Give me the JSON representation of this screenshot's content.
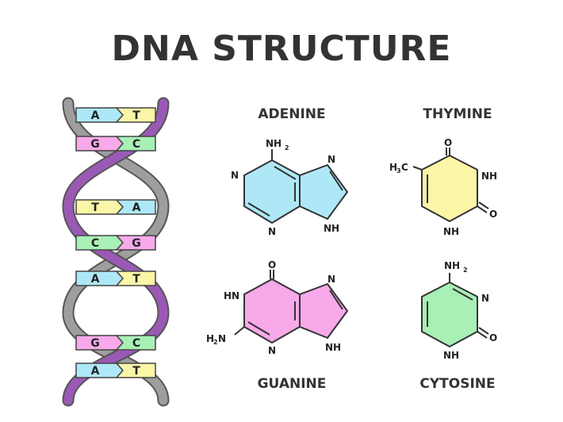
{
  "title": "DNA STRUCTURE",
  "colors": {
    "adenine": "#aee8f7",
    "thymine": "#fbf5a8",
    "guanine": "#f7a9e9",
    "cytosine": "#a8f0b6",
    "strand_purple": "#9b59b6",
    "strand_gray": "#9e9e9e"
  },
  "helix": {
    "pairs": [
      {
        "left": "A",
        "right": "T"
      },
      {
        "left": "G",
        "right": "C"
      },
      {
        "left": "T",
        "right": "A"
      },
      {
        "left": "C",
        "right": "G"
      },
      {
        "left": "A",
        "right": "T"
      },
      {
        "left": "G",
        "right": "C"
      },
      {
        "left": "A",
        "right": "T"
      }
    ]
  },
  "molecules": {
    "adenine": {
      "name": "ADENINE",
      "atoms": {
        "nh2": "NH",
        "nh2_sub": "2",
        "n_left": "N",
        "n_top": "N",
        "n_bottom": "N",
        "nh": "NH"
      }
    },
    "thymine": {
      "name": "THYMINE",
      "atoms": {
        "o_top": "O",
        "ch3": "H",
        "ch3_sub": "3",
        "ch3_c": "C",
        "nh_right": "NH",
        "o_right": "O",
        "nh_bottom": "NH"
      }
    },
    "guanine": {
      "name": "GUANINE",
      "atoms": {
        "o_top": "O",
        "n_top": "N",
        "hn": "HN",
        "h2n": "H",
        "h2n_sub": "2",
        "h2n_n": "N",
        "n_bottom": "N",
        "nh": "NH"
      }
    },
    "cytosine": {
      "name": "CYTOSINE",
      "atoms": {
        "nh2": "NH",
        "nh2_sub": "2",
        "n_right": "N",
        "o_right": "O",
        "nh_bottom": "NH"
      }
    }
  }
}
